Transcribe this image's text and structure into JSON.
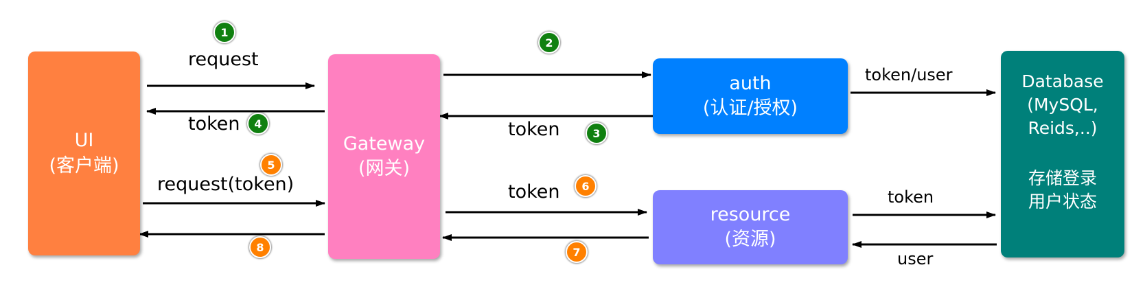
{
  "nodes": {
    "ui": {
      "title": "UI",
      "subtitle": "(客户端)",
      "color": "#ff8040"
    },
    "gateway": {
      "title": "Gateway",
      "subtitle": "(网关)",
      "color": "#ff80c0"
    },
    "auth": {
      "title": "auth",
      "subtitle": "(认证/授权)",
      "color": "#0080ff"
    },
    "resource": {
      "title": "resource",
      "subtitle": "(资源)",
      "color": "#8080ff"
    },
    "database": {
      "title": "Database",
      "line2": "(MySQL,",
      "line3": "Reids,..)",
      "line4": "存储登录",
      "line5": "用户状态",
      "color": "#00807a"
    }
  },
  "edges": {
    "ui_to_gateway_request": "request",
    "gateway_to_ui_token": "token",
    "ui_to_gateway_request_token": "request(token)",
    "auth_to_gateway_token": "token",
    "gateway_to_resource_token": "token",
    "auth_to_database": "token/user",
    "resource_to_database": "token",
    "database_to_resource": "user"
  },
  "steps": [
    {
      "number": "1",
      "color": "#108010"
    },
    {
      "number": "2",
      "color": "#108010"
    },
    {
      "number": "3",
      "color": "#108010"
    },
    {
      "number": "4",
      "color": "#108010"
    },
    {
      "number": "5",
      "color": "#ff8000"
    },
    {
      "number": "6",
      "color": "#ff8000"
    },
    {
      "number": "7",
      "color": "#ff8000"
    },
    {
      "number": "8",
      "color": "#ff8000"
    }
  ]
}
